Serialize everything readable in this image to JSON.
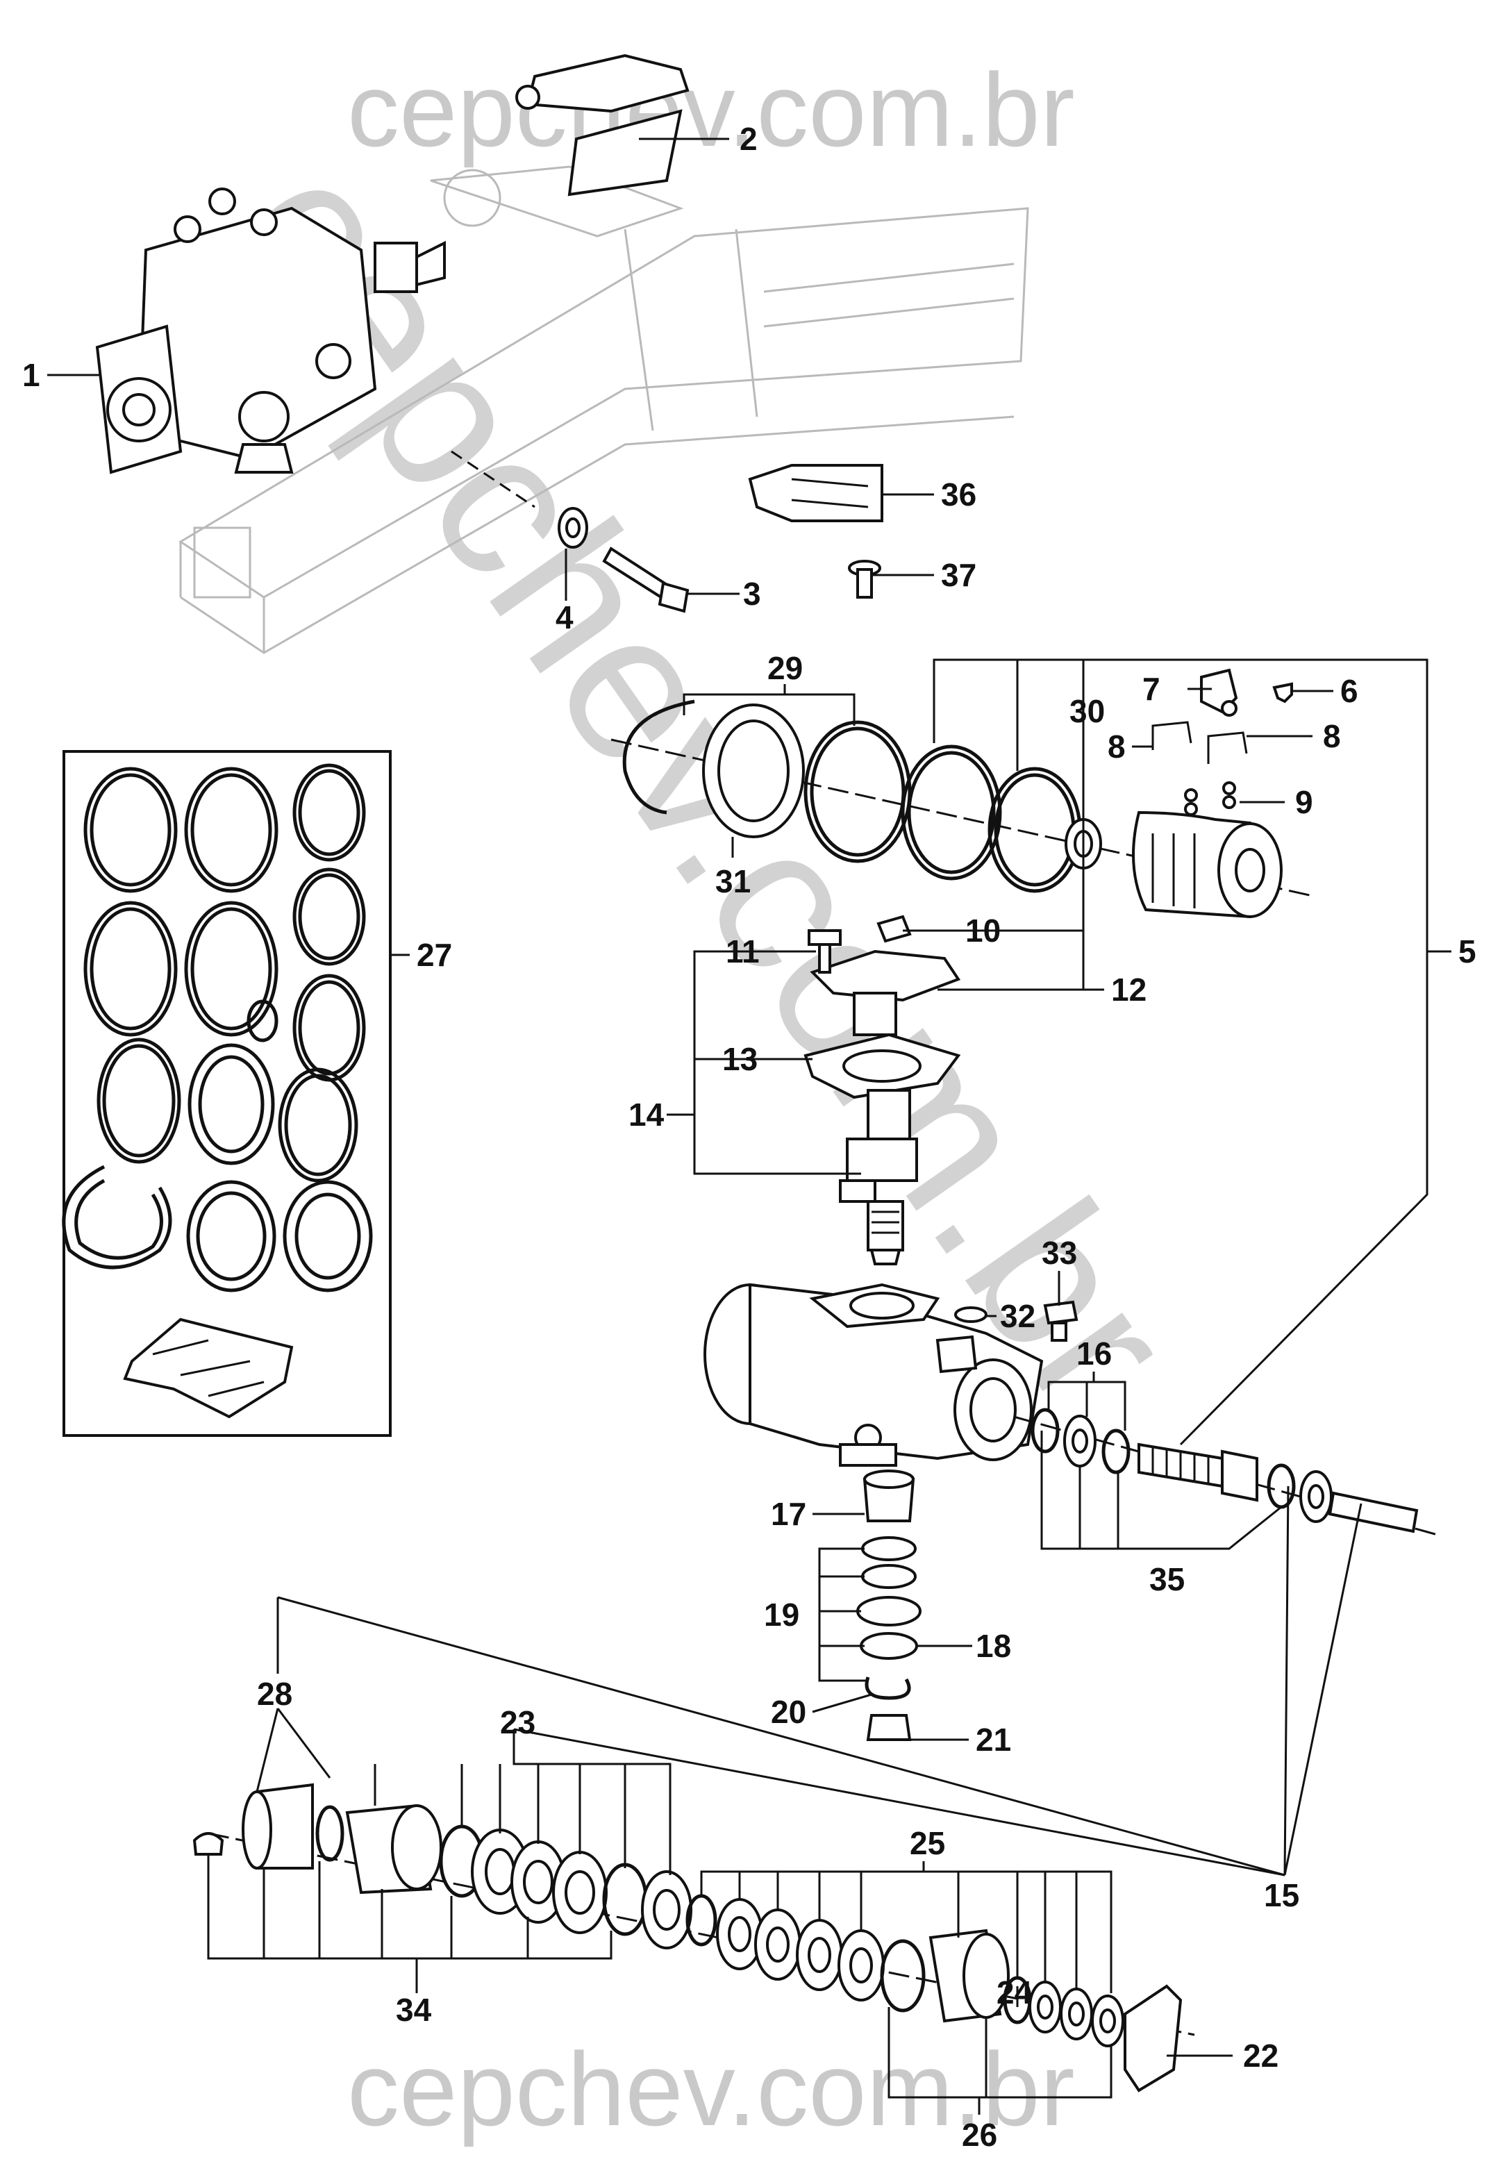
{
  "watermark": {
    "text": "cepchev.com.br"
  },
  "callouts": {
    "c1": "1",
    "c2": "2",
    "c3": "3",
    "c4": "4",
    "c5": "5",
    "c6": "6",
    "c7": "7",
    "c8a": "8",
    "c8b": "8",
    "c9": "9",
    "c10": "10",
    "c11": "11",
    "c12": "12",
    "c13": "13",
    "c14": "14",
    "c15": "15",
    "c16": "16",
    "c17": "17",
    "c18": "18",
    "c19": "19",
    "c20": "20",
    "c21": "21",
    "c22": "22",
    "c23": "23",
    "c24": "24",
    "c25": "25",
    "c26": "26",
    "c27": "27",
    "c28": "28",
    "c29": "29",
    "c30": "30",
    "c31": "31",
    "c32": "32",
    "c33": "33",
    "c34": "34",
    "c35": "35",
    "c36": "36",
    "c37": "37"
  }
}
